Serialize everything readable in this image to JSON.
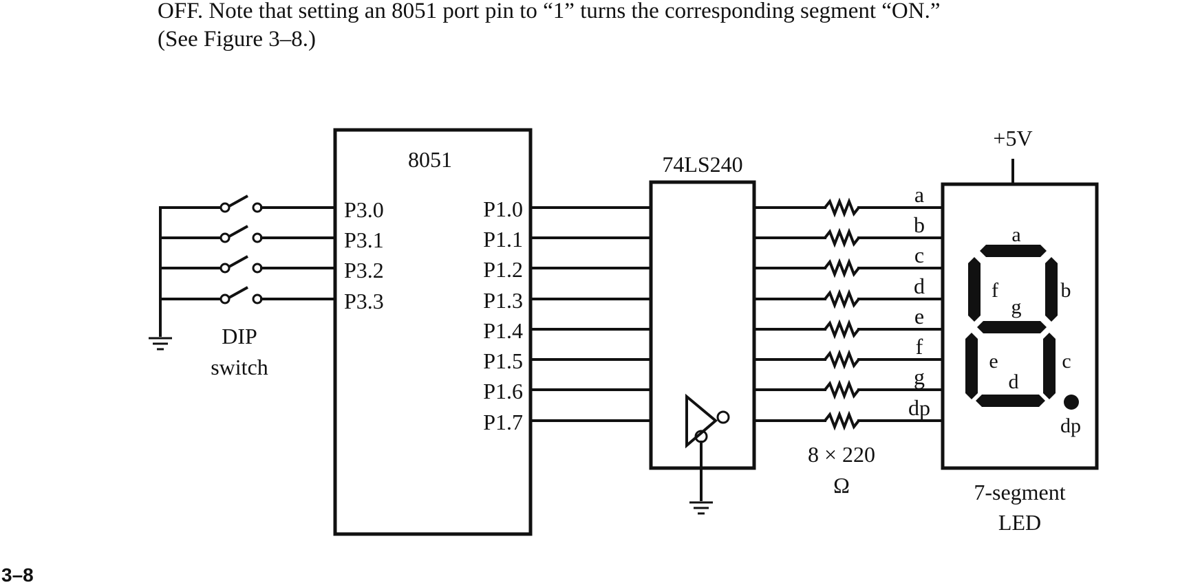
{
  "intro": {
    "line1": "OFF. Note that setting an 8051 port pin to “1” turns the corresponding segment “ON.”",
    "line2": "(See Figure 3–8.)"
  },
  "figure_number": "3–8",
  "mcu": {
    "name": "8051",
    "inputs": [
      "P3.0",
      "P3.1",
      "P3.2",
      "P3.3"
    ],
    "outputs": [
      "P1.0",
      "P1.1",
      "P1.2",
      "P1.3",
      "P1.4",
      "P1.5",
      "P1.6",
      "P1.7"
    ]
  },
  "dip_switch": {
    "label_line1": "DIP",
    "label_line2": "switch"
  },
  "buffer": {
    "name": "74LS240"
  },
  "resistors": {
    "label_line1": "8 × 220",
    "label_line2": "Ω"
  },
  "led": {
    "supply": "+5V",
    "pin_labels": [
      "a",
      "b",
      "c",
      "d",
      "e",
      "f",
      "g",
      "dp"
    ],
    "segment_labels": {
      "a": "a",
      "b": "b",
      "c": "c",
      "d": "d",
      "e": "e",
      "f": "f",
      "g": "g",
      "dp": "dp"
    },
    "label_line1": "7-segment",
    "label_line2": "LED"
  },
  "colors": {
    "ink": "#111111",
    "paper": "#ffffff"
  }
}
